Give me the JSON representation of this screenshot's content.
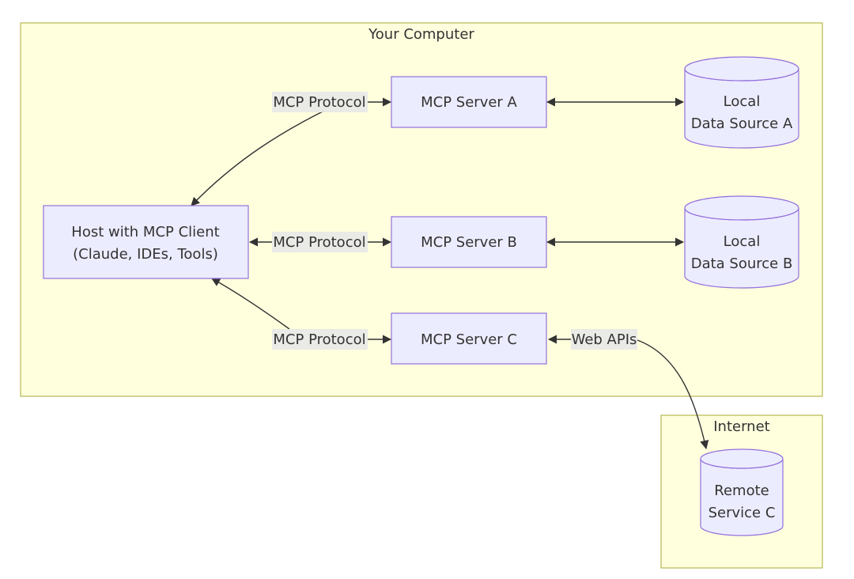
{
  "clusters": {
    "computer": {
      "title": "Your Computer"
    },
    "internet": {
      "title": "Internet"
    }
  },
  "nodes": {
    "host": {
      "line1": "Host with MCP Client",
      "line2": "(Claude, IDEs, Tools)"
    },
    "server_a": {
      "label": "MCP Server A"
    },
    "server_b": {
      "label": "MCP Server B"
    },
    "server_c": {
      "label": "MCP Server C"
    },
    "data_a": {
      "line1": "Local",
      "line2": "Data Source A"
    },
    "data_b": {
      "line1": "Local",
      "line2": "Data Source B"
    },
    "remote_c": {
      "line1": "Remote",
      "line2": "Service C"
    }
  },
  "edges": {
    "host_server_a": {
      "label": "MCP Protocol"
    },
    "host_server_b": {
      "label": "MCP Protocol"
    },
    "host_server_c": {
      "label": "MCP Protocol"
    },
    "server_c_remote": {
      "label": "Web APIs"
    }
  },
  "colors": {
    "cluster_fill": "#ffffde",
    "cluster_stroke": "#aaaa33",
    "node_fill": "#ececff",
    "node_stroke": "#9370db",
    "edge": "#333333",
    "label_bg": "#e8e8e8"
  }
}
